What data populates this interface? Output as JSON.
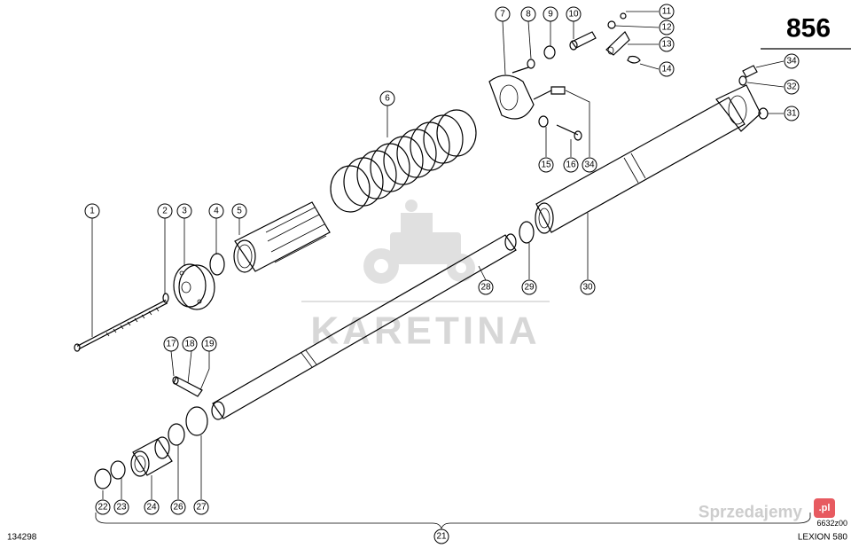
{
  "page_number": "856",
  "drawing_id": "134298",
  "drawing_ref": "6632z00",
  "model": "LEXION 580",
  "watermark": "KARETINA",
  "badge": {
    "text": "Sprzedajemy",
    "mark": ".pl",
    "color": "#e0232b"
  },
  "callouts": [
    {
      "n": "1"
    },
    {
      "n": "2"
    },
    {
      "n": "3"
    },
    {
      "n": "4"
    },
    {
      "n": "5"
    },
    {
      "n": "6"
    },
    {
      "n": "7"
    },
    {
      "n": "8"
    },
    {
      "n": "9"
    },
    {
      "n": "10"
    },
    {
      "n": "11"
    },
    {
      "n": "12"
    },
    {
      "n": "13"
    },
    {
      "n": "14"
    },
    {
      "n": "15"
    },
    {
      "n": "16"
    },
    {
      "n": "17"
    },
    {
      "n": "18"
    },
    {
      "n": "19"
    },
    {
      "n": "21"
    },
    {
      "n": "22"
    },
    {
      "n": "23"
    },
    {
      "n": "24"
    },
    {
      "n": "26"
    },
    {
      "n": "27"
    },
    {
      "n": "28"
    },
    {
      "n": "29"
    },
    {
      "n": "30"
    },
    {
      "n": "31"
    },
    {
      "n": "32"
    },
    {
      "n": "34"
    },
    {
      "n": "34"
    }
  ]
}
